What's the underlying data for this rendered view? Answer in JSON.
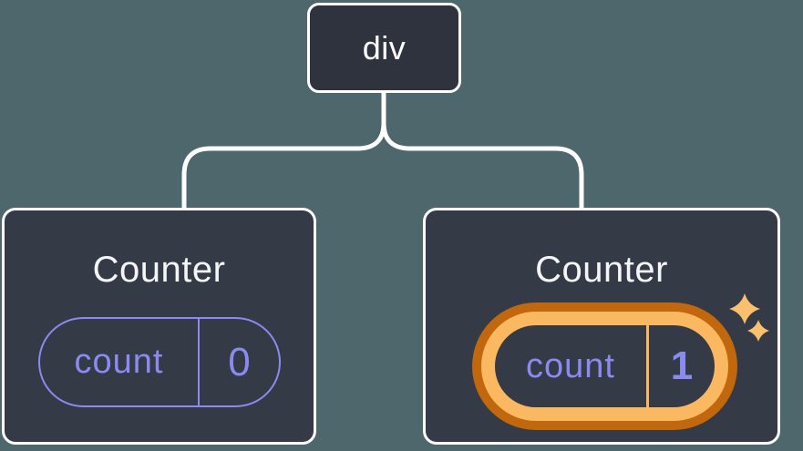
{
  "diagram": {
    "description": "React render tree: div parent with two Counter components, second Counter's state highlighted as changed",
    "root": {
      "label": "div"
    },
    "children": [
      {
        "title": "Counter",
        "state": {
          "key": "count",
          "value": "0"
        },
        "highlighted": false
      },
      {
        "title": "Counter",
        "state": {
          "key": "count",
          "value": "1"
        },
        "highlighted": true
      }
    ]
  },
  "icons": {
    "sparkles": "sparkles-icon"
  },
  "colors": {
    "background": "#4d676d",
    "root_node_fill": "#2e333d",
    "card_fill": "#343a46",
    "outline_white": "#ffffff",
    "state_purple": "#8a8af0",
    "highlight_orange_dark": "#c1670e",
    "highlight_orange_light": "#fab960",
    "sparkle_orange": "#fac06d",
    "title_text": "#f4f5f7"
  }
}
